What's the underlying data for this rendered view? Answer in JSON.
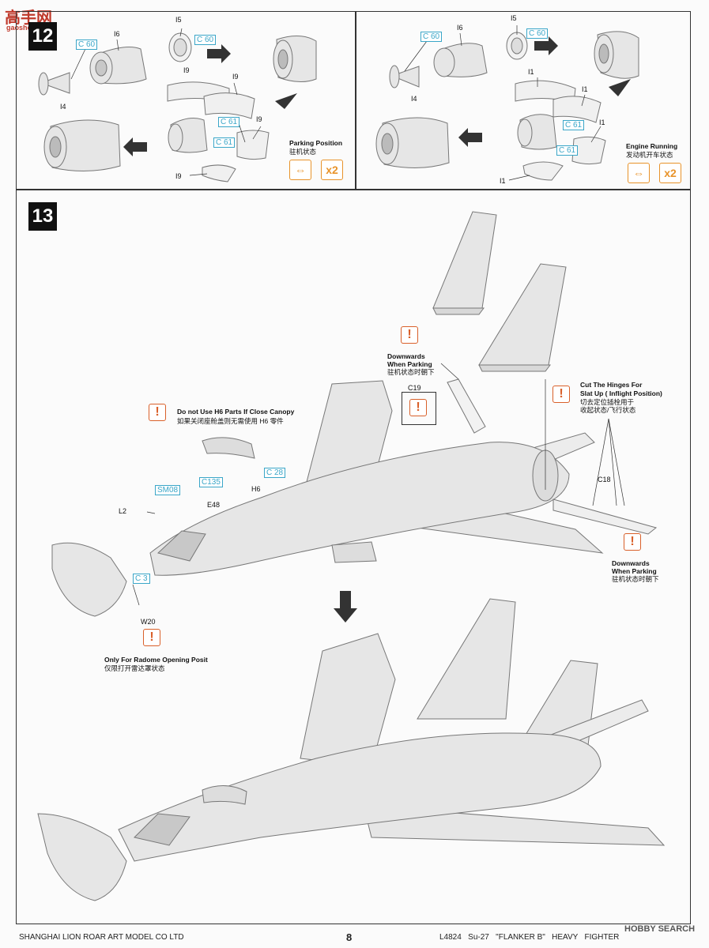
{
  "watermark": {
    "logo_text": "高手网",
    "url": "gaoshou.net"
  },
  "step12": {
    "number": "12",
    "left_panel": {
      "parts": [
        "C 60",
        "I6",
        "I5",
        "C 60",
        "I4",
        "I9",
        "I9",
        "C 61",
        "I9",
        "C 61",
        "I9"
      ],
      "note_title": "Parking Position",
      "note_cn": "驻机状态",
      "count": "x2"
    },
    "right_panel": {
      "parts": [
        "C 60",
        "I6",
        "I5",
        "C 60",
        "I4",
        "I1",
        "I1",
        "C 61",
        "I1",
        "C 61",
        "I1"
      ],
      "note_title": "Engine Running",
      "note_cn": "发动机开车状态",
      "count": "x2"
    }
  },
  "step13": {
    "number": "13",
    "notes": {
      "canopy_en": "Do not Use H6 Parts If Close Canopy",
      "canopy_cn": "如果关闭座舱盖则无需使用 H6 零件",
      "downwards1_en_1": "Downwards",
      "downwards1_en_2": "When Parking",
      "downwards1_cn": "驻机状态时朝下",
      "hinges_en_1": "Cut The Hinges For",
      "hinges_en_2": "Slat Up ( Inflight Position)",
      "hinges_cn_1": "切去定位插栓用于",
      "hinges_cn_2": "收起状态/飞行状态",
      "downwards2_en_1": "Downwards",
      "downwards2_en_2": "When Parking",
      "downwards2_cn": "驻机状态时朝下",
      "radome_en": "Only For Radome Opening Posit",
      "radome_cn": "仅限打开雷达罩状态"
    },
    "parts": {
      "c19": "C19",
      "c135": "C135",
      "c28": "C 28",
      "h6": "H6",
      "sm08": "SM08",
      "e48": "E48",
      "l2": "L2",
      "c3": "C 3",
      "w20": "W20",
      "c18": "C18"
    }
  },
  "footer": {
    "company": "SHANGHAI LION ROAR ART MODEL CO LTD",
    "page": "8",
    "model": "L4824   Su-27   \"FLANKER B\"   HEAVY   FIGHTER",
    "hobby_search": "HOBBY SEARCH"
  },
  "colors": {
    "part_label": "#3aa6c8",
    "warning": "#d9602a",
    "icon_orange": "#e8932a"
  }
}
